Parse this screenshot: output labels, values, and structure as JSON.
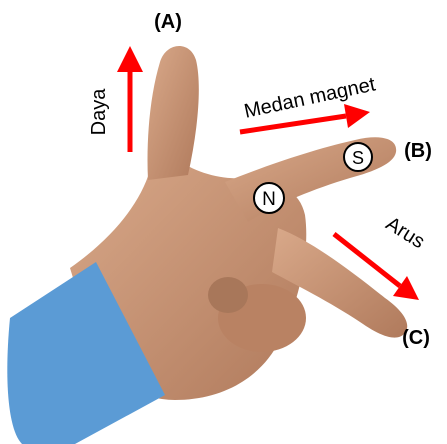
{
  "labels": {
    "thumb_marker": "(A)",
    "index_marker": "(B)",
    "middle_marker": "(C)",
    "force": "Daya",
    "magnetic_field": "Medan magnet",
    "current": "Arus",
    "north_pole": "N",
    "south_pole": "S"
  },
  "colors": {
    "arrow": "#ff0000",
    "sleeve": "#5b9bd5",
    "skin": "#c89472",
    "skin_shadow": "#a8775a",
    "text": "#000000"
  }
}
